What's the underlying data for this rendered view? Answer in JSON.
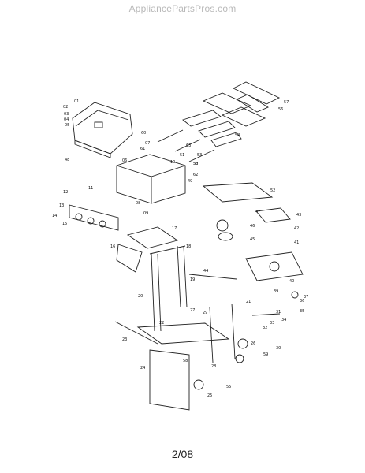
{
  "header": {
    "site": "AppliancePartsPros.com"
  },
  "footer": {
    "page": "2/08"
  },
  "callouts": [
    "01",
    "02",
    "03",
    "04",
    "05",
    "06",
    "07",
    "08",
    "09",
    "10",
    "11",
    "12",
    "13",
    "14",
    "15",
    "16",
    "17",
    "18",
    "19",
    "20",
    "21",
    "22",
    "23",
    "24",
    "25",
    "26",
    "27",
    "28",
    "29",
    "30",
    "31",
    "32",
    "33",
    "34",
    "35",
    "36",
    "37",
    "38",
    "39",
    "40",
    "41",
    "42",
    "43",
    "44",
    "45",
    "46",
    "47",
    "48",
    "49",
    "50",
    "51",
    "52",
    "53",
    "54",
    "55",
    "56",
    "57",
    "58",
    "59",
    "60",
    "61",
    "62",
    "63"
  ]
}
